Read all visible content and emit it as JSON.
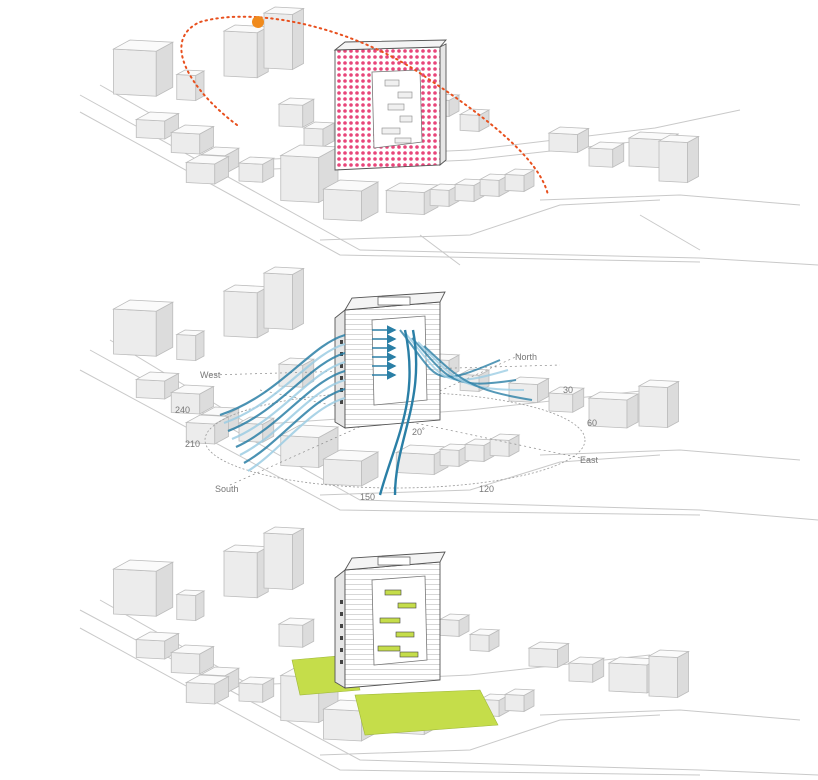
{
  "colors": {
    "sun": "#f08a1c",
    "sun_path": "#e8501e",
    "solar_skin": "#e8457a",
    "wind": "#2a7fa6",
    "wind_light": "#9ccde3",
    "green": "#c5dd4a",
    "street": "#c9c9c9",
    "building": "#eeeeee",
    "tower_outline": "#555555"
  },
  "panels": [
    {
      "id": "sun-study",
      "theme": "solar path over tower with pink sun-exposure skin"
    },
    {
      "id": "wind-study",
      "theme": "wind flow arrows passing through central void"
    },
    {
      "id": "green-study",
      "theme": "green terraces and landscaped courtyards"
    }
  ],
  "compass": {
    "north": "North",
    "south": "South",
    "east": "East",
    "west": "West",
    "deg_30": "30",
    "deg_60": "60",
    "deg_120": "120",
    "deg_150": "150",
    "deg_210": "210",
    "deg_240": "240",
    "deg_20": "20˚"
  }
}
